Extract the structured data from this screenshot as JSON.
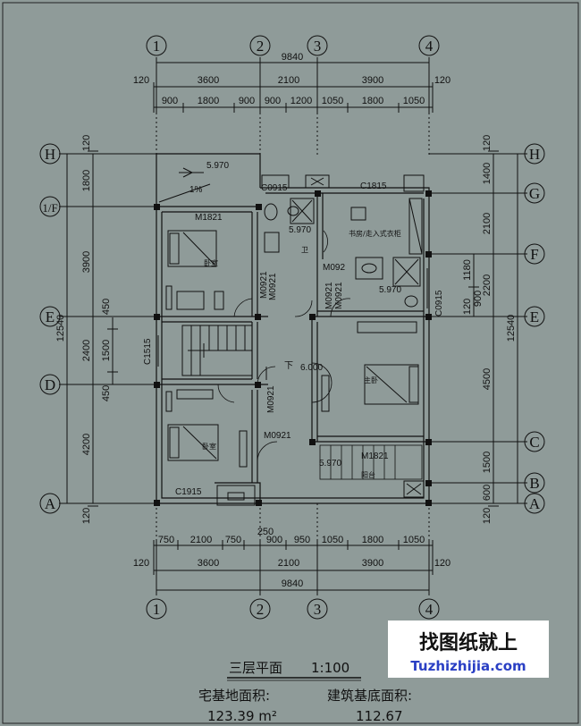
{
  "axes": {
    "cols": [
      "1",
      "2",
      "3",
      "4"
    ],
    "rows_left": [
      "H",
      "1/F",
      "E",
      "D",
      "A"
    ],
    "rows_right": [
      "H",
      "G",
      "F",
      "E",
      "C",
      "B",
      "A"
    ]
  },
  "dims_top": {
    "total": "9840",
    "row2": [
      "120",
      "3600",
      "2100",
      "3900",
      "120"
    ],
    "row3": [
      "900",
      "1800",
      "900",
      "900",
      "1200",
      "1050",
      "1800",
      "1050"
    ]
  },
  "dims_bottom": {
    "total": "9840",
    "row2": [
      "120",
      "3600",
      "2100",
      "3900",
      "120"
    ],
    "row1": [
      "750",
      "2100",
      "750",
      "900",
      "950",
      "1050",
      "1800",
      "1050"
    ],
    "extra": "250"
  },
  "dims_left": {
    "total": "12540",
    "outer": [
      "120",
      "1800",
      "3900",
      "2400",
      "4200",
      "120"
    ],
    "inner": [
      "450",
      "1500",
      "450"
    ]
  },
  "dims_right": {
    "total": "12540",
    "outer": [
      "120",
      "1400",
      "2100",
      "2200",
      "4500",
      "1500",
      "600",
      "120"
    ],
    "inner": [
      "1180",
      "120",
      "900"
    ]
  },
  "labels": {
    "elev1": "5.970",
    "slope": "1%",
    "c0915a": "C0915",
    "c1815": "C1815",
    "m1821a": "M1821",
    "elev2": "5.970",
    "m092a": "M092",
    "elev3": "5.970",
    "m0921a": "M0921",
    "m0921b": "M0921",
    "m0921c": "M0921",
    "m0921d": "M0921",
    "c0915b": "C0915",
    "c1515": "C1515",
    "down": "下",
    "elev4": "6.000",
    "m0921e": "M0921",
    "m0921f": "M0921",
    "m1821b": "M1821",
    "elev5": "5.970",
    "c1915": "C1915"
  },
  "rooms": {
    "bed1": "卧室",
    "study": "书房/走入式衣柜",
    "master": "主卧",
    "bed2": "卧室",
    "balcony": "阳台",
    "bath": "卫"
  },
  "title": {
    "main": "三层平面",
    "scale": "1:100",
    "site_area_label": "宅基地面积:",
    "site_area_value": "123.39 m²",
    "build_area_label": "建筑基底面积:",
    "build_area_value": "112.67"
  },
  "watermark": {
    "cn": "找图纸就上",
    "url": "Tuzhizhijia.com"
  }
}
